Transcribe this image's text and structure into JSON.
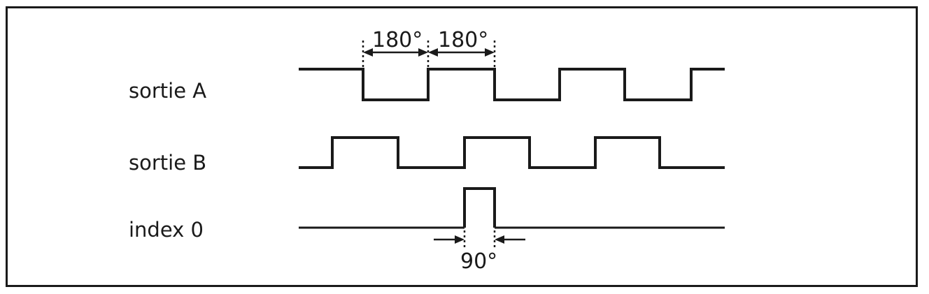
{
  "signals": [
    {
      "label": "sortie A"
    },
    {
      "label": "sortie B"
    },
    {
      "label": "index 0"
    }
  ],
  "dimensions": {
    "phase_a_low": "180°",
    "phase_a_high": "180°",
    "index_width": "90°"
  },
  "colors": {
    "stroke": "#1a1a1a",
    "background": "#ffffff"
  }
}
